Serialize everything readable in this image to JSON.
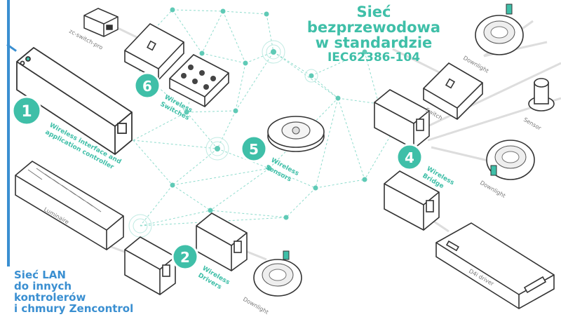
{
  "title": {
    "line1": "Sieć",
    "line2": "bezprzewodowa",
    "line3": "w standardzie",
    "line4": "IEC62386-104"
  },
  "lan_note": {
    "line1": "Sieć LAN",
    "line2": "do innych",
    "line3": "kontrolerów",
    "line4": "i chmury Zencontrol"
  },
  "nodes": {
    "n1": {
      "number": "1",
      "label1": "Wireless interface and",
      "label2": "application controller"
    },
    "n2": {
      "number": "2",
      "label1": "Wireless",
      "label2": "Drivers"
    },
    "n4": {
      "number": "4",
      "label1": "Wireless",
      "label2": "Bridge"
    },
    "n5": {
      "number": "5",
      "label1": "Wireless",
      "label2": "Sensors"
    },
    "n6": {
      "number": "6",
      "label1": "Wireless",
      "label2": "Switches"
    }
  },
  "device_labels": {
    "zc_switch_pro": "zc-switch-pro",
    "luminaire": "Luminaire",
    "downlight_top": "Downlight",
    "downlight_mid": "Downlight",
    "downlight_bottom": "Downlight",
    "switch": "Switch",
    "sensor": "Sensor",
    "d4i_driver": "D4i driver"
  },
  "colors": {
    "accent": "#3fbfa8",
    "lan": "#3a8fd1",
    "outline": "#333333",
    "mesh": "#7fd6c6"
  }
}
